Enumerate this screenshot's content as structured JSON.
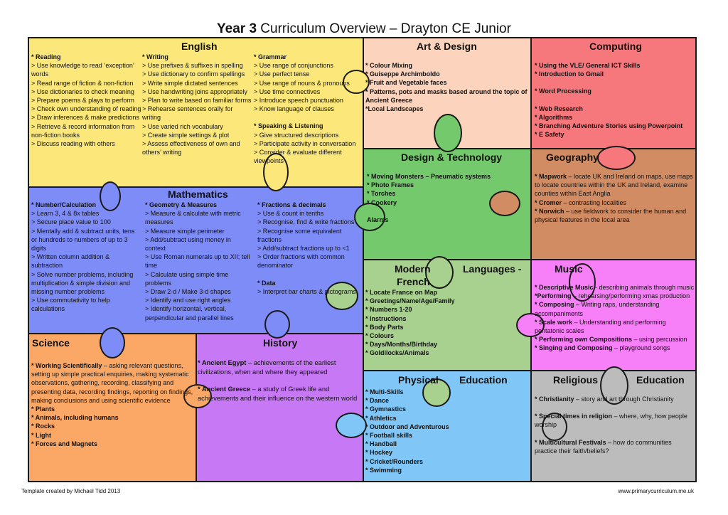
{
  "title": {
    "bold": "Year 3",
    "rest": " Curriculum Overview – Drayton CE Junior"
  },
  "english": {
    "title": "English",
    "col1": [
      "* Reading",
      "> Use knowledge to read ‘exception’ words",
      "> Read range of fiction & non-fiction",
      "> Use dictionaries to check meaning",
      "> Prepare poems & plays to perform",
      "> Check own understanding of reading",
      "> Draw inferences & make predictions",
      "> Retrieve & record information from non-fiction books",
      "> Discuss reading with others"
    ],
    "col2": [
      "* Writing",
      "> Use prefixes & suffixes in spelling",
      "> Use dictionary to confirm spellings",
      "> Write simple dictated sentences",
      "> Use handwriting joins appropriately",
      "> Plan to write based on familiar forms",
      "> Rehearse sentences orally for writing",
      "> Use varied rich vocabulary",
      "> Create simple settings & plot",
      "> Assess effectiveness of own and others’ writing"
    ],
    "col3": [
      "* Grammar",
      "> Use range of conjunctions",
      "> Use perfect tense",
      "> Use range of nouns & pronouns",
      "> Use time connectives",
      "> Introduce speech punctuation",
      "> Know language of clauses",
      "",
      "* Speaking & Listening",
      "> Give structured descriptions",
      "> Participate activity in conversation",
      "> Consider & evaluate different viewpoints"
    ]
  },
  "artdesign": {
    "title": "Art & Design",
    "items": [
      "* Colour Mixing",
      "* Guiseppe Archimboldo",
      "* Fruit and Vegetable faces",
      "* Patterns, pots and masks based around the topic of Ancient Greece",
      "*Local Landscapes"
    ]
  },
  "computing": {
    "title": "Computing",
    "items": [
      "* Using the VLE/ General ICT Skills",
      "* Introduction to Gmail",
      "",
      "* Word Processing",
      "",
      "* Web Research",
      "* Algorithms",
      "* Branching Adventure Stories using Powerpoint",
      "* E Safety"
    ]
  },
  "dt": {
    "title": "Design & Technology",
    "items": [
      "* Moving Monsters – Pneumatic systems",
      "* Photo Frames",
      "* Torches",
      "* Cookery",
      "",
      "Alarms"
    ]
  },
  "geography": {
    "title": "Geography",
    "p1_b": "* Mapwork",
    "p1": " – locate UK and Ireland on maps, use maps to locate countries within the UK and Ireland, examine counties within East Anglia",
    "p2_b": "* Cromer",
    "p2": " – contrasting localities",
    "p3_b": "* Norwich",
    "p3": " – use fieldwork to consider the human and physical features in the local area"
  },
  "maths": {
    "title": "Mathematics",
    "col1": [
      "* Number/Calculation",
      "> Learn 3, 4 & 8x tables",
      "> Secure place value to 100",
      "> Mentally add & subtract units, tens or hundreds to numbers of up to 3 digits",
      "> Written column addition & subtraction",
      "> Solve number problems, including multiplication & simple division and missing number problems",
      "> Use commutativity to help calculations"
    ],
    "col2": [
      "* Geometry & Measures",
      "> Measure & calculate with metric measures",
      "> Measure simple perimeter",
      "> Add/subtract using money in context",
      "> Use Roman numerals up to XII; tell time",
      "> Calculate using simple time problems",
      "> Draw 2-d / Make 3-d shapes",
      "> Identify and use right angles",
      "> Identify horizontal, vertical, perpendicular and parallel lines"
    ],
    "col3": [
      "* Fractions & decimals",
      "> Use & count in tenths",
      "> Recognise, find & write fractions",
      "> Recognise some equivalent fractions",
      "> Add/subtract fractions up to <1",
      "> Order fractions with common denominator",
      "",
      "* Data",
      "> Interpret bar charts & pictograms"
    ]
  },
  "mfl": {
    "title1": "Modern",
    "title1b": "French",
    "title2": "Languages -",
    "items": [
      "* Locate France on Map",
      "* Greetings/Name/Age/Family",
      "* Numbers 1-20",
      "* Instructions",
      "* Body Parts",
      "* Colours",
      "* Days/Months/Birthday",
      "* Goldilocks/Animals"
    ]
  },
  "music": {
    "title": "Music",
    "p1_b": "* Descriptive Music",
    "p1": " - describing animals through music",
    "p2_b": "*Performing",
    "p2": " – rehearsing/performing xmas production",
    "p3_b": "* Composing",
    "p3": " – Writing raps, understanding accompaniments",
    "p4_b": "* Scale work",
    "p4": " – Understanding and performing pentatonic scales",
    "p5_b": "* Performing own Compositions",
    "p5": " – using percussion",
    "p6_b": "* Singing and Composing",
    "p6": " – playground songs"
  },
  "science": {
    "title": "Science",
    "p1_b": "* Working Scientifically",
    "p1": " – asking relevant questions, setting up simple practical enquiries, making systematic observations, gathering, recording, classifying and presenting data, recording findings, reporting on findings, making conclusions and using scientific evidence",
    "items": [
      "* Plants",
      "* Animals, including humans",
      "* Rocks",
      "* Light",
      "* Forces and Magnets"
    ]
  },
  "history": {
    "title": "History",
    "p1_b": "* Ancient Egypt",
    "p1": " – achievements of the earliest civilizations, when and where they appeared",
    "p2_b": "* Ancient Greece",
    "p2": " – a study of Greek life and achievements and their influence on the western world"
  },
  "pe": {
    "title1": "Physical",
    "title2": "Education",
    "items": [
      "* Multi-Skills",
      "* Dance",
      "* Gymnastics",
      "* Athletics",
      "* Outdoor and Adventurous",
      "* Football skills",
      "* Handball",
      "* Hockey",
      "* Cricket/Rounders",
      "* Swimming"
    ]
  },
  "re": {
    "title1": "Religious",
    "title2": "Education",
    "p1_b": "* Christianity",
    "p1": " – story and art through Christianity",
    "p2_b": "* Special times in religion",
    "p2": " – where, why, how people worship",
    "p3_b": "* Multicultural Festivals",
    "p3": " – how do communities practice their faith/beliefs?"
  },
  "footer": {
    "left": "Template created by Michael Tidd  2013",
    "right": "www.primarycurriculum.me.uk"
  },
  "colors": {
    "english": "#fbe77a",
    "art": "#fcd3bd",
    "computing": "#f7787c",
    "dt": "#74c96c",
    "geography": "#d28c63",
    "maths": "#7e8cf7",
    "mfl": "#a8d08e",
    "music": "#f77ff7",
    "science": "#fba866",
    "history": "#c778f5",
    "pe": "#80c6f7",
    "re": "#bcbcbc"
  }
}
